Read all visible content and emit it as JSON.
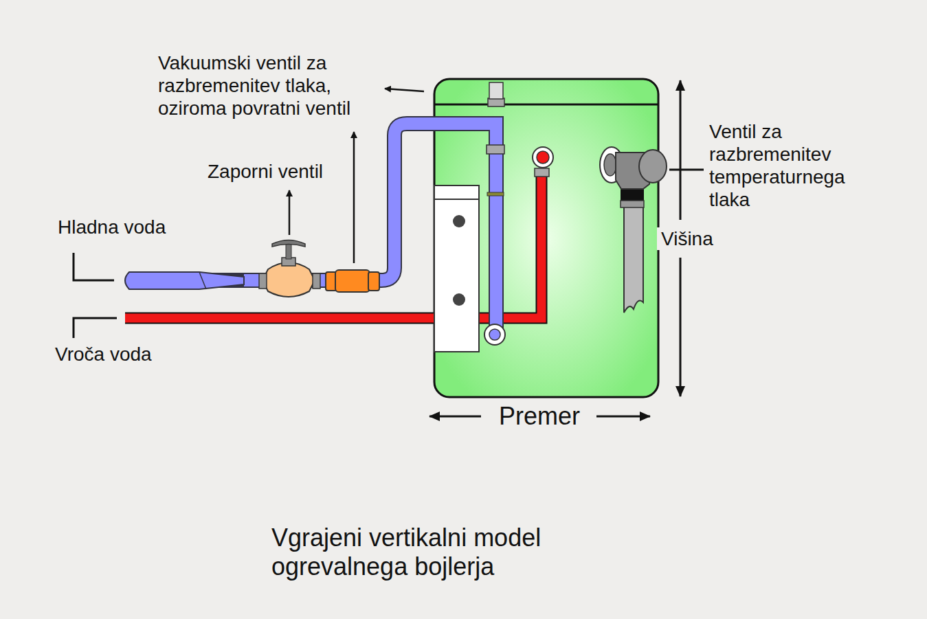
{
  "diagram": {
    "caption": "Vgrajeni vertikalni model ogrevalnega bojlerja",
    "labels": [
      "Vakuumski ventil za razbremenitev tlaka, oziroma povratni ventil",
      "Ventil za razbremenitev temperaturnega tlaka",
      "Zaporni ventil",
      "Višina",
      "Hladna voda",
      "Vroča voda",
      "Premer"
    ]
  }
}
